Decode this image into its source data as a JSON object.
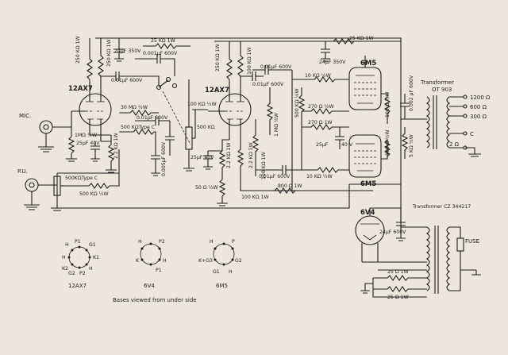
{
  "tubes": {
    "v1": "12AX7",
    "v2": "12AX7",
    "v3": "6M5",
    "v4": "6M5",
    "v5": "6V4"
  },
  "inputs": {
    "mic": "MIC.",
    "pu": "P.U."
  },
  "components": {
    "r_plate_a": "250 KΩ 1W",
    "r_plate_b": "250 KΩ 1W",
    "r_top_fb": "25 KΩ 1W",
    "c_24_350_top": "24μF 350V",
    "c_001_600_top": "0.001μF 600V",
    "c_01_600_a": "0.01μF 600V",
    "r_grid_mic": "1MΩ ½W",
    "c_25_40_a": "25μF 40V",
    "r_cath_a": "2.2 KΩ 1W",
    "r_30k": "30 MΩ ½W",
    "c_01_600_b": "0.01μF 600V",
    "r_500k_typec_a": "500 KΩType C",
    "c_0005_600": "0.005μF 600V",
    "r_500k_a": "500 KΩ",
    "r_500k_typec_b": "500KΩType C",
    "r_500k_half": "500 KΩ ½W",
    "r_100k_half": "100 KΩ ½W",
    "r_plate_c": "250 KΩ 1W",
    "r_plate_d": "100 KΩ 1W",
    "c_01_600_c": "0.01μF 600V",
    "c_01_600_d": "0.01μF 600V",
    "r_1m": "1 MΩ ½W",
    "c_25_40_b": "25μF 40V",
    "r_2_2k": "2.2 KΩ 1W",
    "r_100k_1w_a": "100 KΩ 1W",
    "r_50": "50 Ω ½W",
    "r_2_2k_b": "2.2 KΩ 1W",
    "r_100k_1w_b": "100 KΩ 1W",
    "c_01_600_e": "0.01μF 600V",
    "r_800": "800 Ω 1W",
    "r_25k_top2": "25 KΩ 1W",
    "c_24_350_b": "24μF 350V",
    "r_10k_a": "10 KΩ ½W",
    "r_500k_b": "500 KΩ ½W",
    "r_270_a": "270 Ω ½W",
    "r_270_b": "270 Ω 1W",
    "c_25_40_c": "25μF",
    "c_40v": "40 V",
    "r_10k_b": "10 KΩ ½W",
    "r_100_a": "100 Ω ½W",
    "r_100_b": "100 Ω ½W",
    "c_0002_600": "0.002 μF 600V",
    "r_5k": "5 KΩ ½W",
    "c_24_600": "24μF 600V",
    "r_25_a": "25 Ω 1W",
    "r_25_b": "25 Ω 1W",
    "fuse": "FUSE",
    "ot_title": "Transformer",
    "ot_code": "OT 903",
    "pt_title": "Transformer CZ 344217",
    "tap_1200": "1200 Ω",
    "tap_600": "600 Ω",
    "tap_300": "300 Ω",
    "tap_c": "C",
    "tap_2": "2 Ω"
  },
  "bases": {
    "caption": "Bases viewed from under side",
    "labels": [
      "12AX7",
      "6V4",
      "6M5"
    ],
    "pins_12ax7": [
      "P1",
      "G1",
      "H",
      "K1",
      "H",
      "H",
      "K2",
      "G2",
      "P2"
    ],
    "pins_6v4": [
      "P2",
      "H",
      "H",
      "K",
      "P1"
    ],
    "pins_6m5": [
      "P",
      "H",
      "G2",
      "K+G3",
      "G1",
      "H"
    ]
  },
  "colors": {
    "ink": "#1c1c1c",
    "paper": "#ece7dc"
  }
}
